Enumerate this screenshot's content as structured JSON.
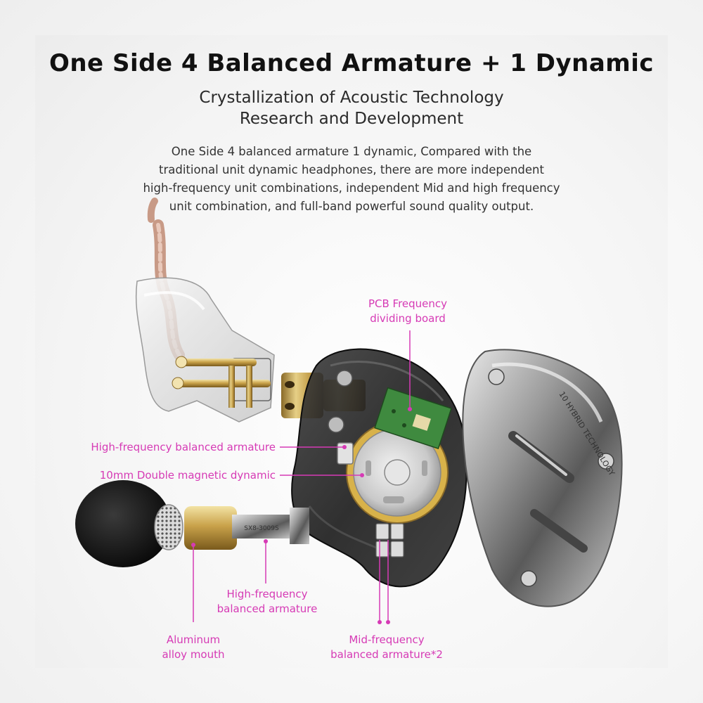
{
  "header": {
    "title": "One Side 4 Balanced Armature + 1 Dynamic",
    "subtitle_line1": "Crystallization of Acoustic Technology",
    "subtitle_line2": "Research and Development"
  },
  "description": {
    "line1": "One Side 4 balanced armature 1 dynamic, Compared with the",
    "line2": "traditional unit dynamic headphones, there are more independent",
    "line3": "high-frequency unit combinations, independent Mid and high frequency",
    "line4": "unit combination, and full-band powerful sound quality output."
  },
  "callouts": {
    "pcb_line1": "PCB Frequency",
    "pcb_line2": "dividing board",
    "hf_ba_left": "High-frequency balanced armature",
    "dynamic": "10mm Double magnetic dynamic",
    "hf_ba_bottom_line1": "High-frequency",
    "hf_ba_bottom_line2": "balanced armature",
    "aluminum_line1": "Aluminum",
    "aluminum_line2": "alloy mouth",
    "mid_line1": "Mid-frequency",
    "mid_line2": "balanced armature*2"
  },
  "faceplate_text": "10 HYBRID TECHNOLOGY",
  "nozzle_text": "SX8-3009S",
  "colors": {
    "callout": "#d63ab5",
    "title": "#111111",
    "background": "#f4f4f4"
  }
}
